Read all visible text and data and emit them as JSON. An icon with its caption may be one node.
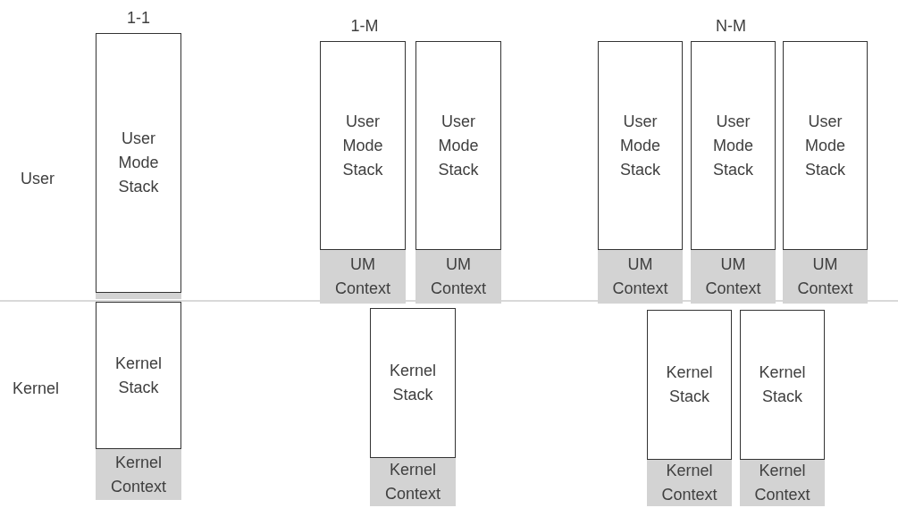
{
  "diagram": {
    "nodes": [
      {
        "text": [
          "User Mode Stack"
        ]
      },
      {
        "text": [],
        "shape": "bar"
      },
      {
        "text": [
          "Kernel Stack"
        ]
      },
      {
        "text": [
          "Kernel Context"
        ]
      },
      {
        "text": [
          "User Mode Stack"
        ]
      },
      {
        "text": [
          "UM Context"
        ]
      },
      {
        "text": [
          "User Mode Stack"
        ]
      },
      {
        "text": [
          "UM Context"
        ]
      },
      {
        "text": [
          "Kernel Stack"
        ]
      },
      {
        "text": [
          "Kernel Context"
        ]
      },
      {
        "text": [
          "User Mode Stack"
        ]
      },
      {
        "text": [
          "UM Context"
        ]
      },
      {
        "text": [
          "User Mode Stack"
        ]
      },
      {
        "text": [
          "UM Context"
        ]
      },
      {
        "text": [
          "User Mode Stack"
        ]
      },
      {
        "text": [
          "UM Context"
        ]
      },
      {
        "text": [
          "Kernel Stack"
        ]
      },
      {
        "text": [
          "Kernel Context"
        ]
      },
      {
        "text": [
          "Kernel Stack"
        ]
      },
      {
        "text": [
          "Kernel Context"
        ]
      }
    ],
    "labels": [
      "1-1",
      "1-M",
      "N-M",
      "User",
      "Kernel"
    ]
  }
}
